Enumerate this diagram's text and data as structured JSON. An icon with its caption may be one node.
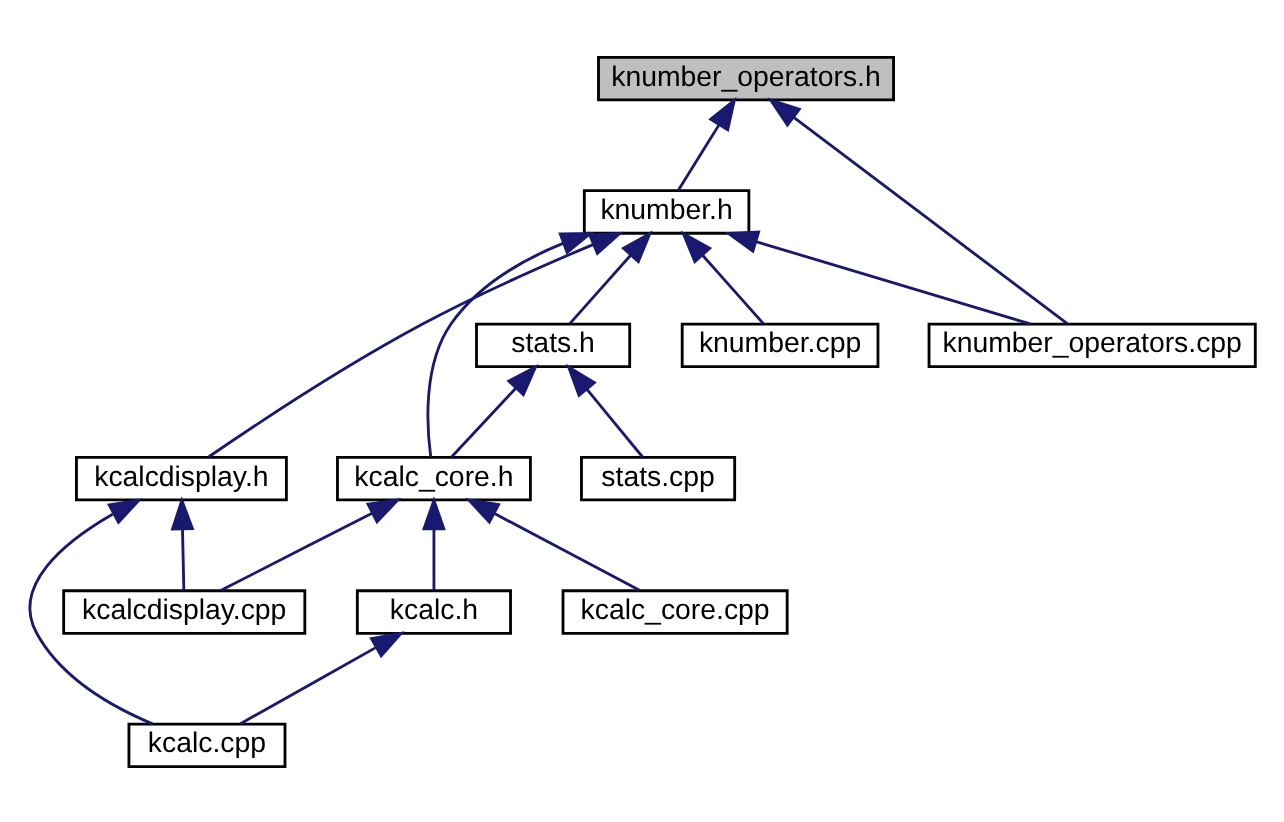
{
  "diagram": {
    "nodes": [
      {
        "text": [
          "knumber_operators.h"
        ]
      },
      {
        "text": [
          "knumber.h"
        ]
      },
      {
        "text": [
          "stats.h"
        ]
      },
      {
        "text": [
          "knumber.cpp"
        ]
      },
      {
        "text": [
          "knumber_operators.cpp"
        ]
      },
      {
        "text": [
          "kcalc_core.h"
        ]
      },
      {
        "text": [
          "stats.cpp"
        ]
      },
      {
        "text": [
          "kcalcdisplay.h"
        ]
      },
      {
        "text": [
          "kcalc.h"
        ]
      },
      {
        "text": [
          "kcalc_core.cpp"
        ]
      },
      {
        "text": [
          "kcalcdisplay.cpp"
        ]
      },
      {
        "text": [
          "kcalc.cpp"
        ]
      }
    ],
    "edges": [
      {
        "from": 1,
        "to": 0,
        "arrow": "to"
      },
      {
        "from": 4,
        "to": 0,
        "arrow": "to"
      },
      {
        "from": 2,
        "to": 1,
        "arrow": "to"
      },
      {
        "from": 3,
        "to": 1,
        "arrow": "to"
      },
      {
        "from": 4,
        "to": 1,
        "arrow": "to"
      },
      {
        "from": 5,
        "to": 1,
        "arrow": "to"
      },
      {
        "from": 7,
        "to": 1,
        "arrow": "to"
      },
      {
        "from": 5,
        "to": 2,
        "arrow": "to"
      },
      {
        "from": 6,
        "to": 2,
        "arrow": "to"
      },
      {
        "from": 8,
        "to": 5,
        "arrow": "to"
      },
      {
        "from": 9,
        "to": 5,
        "arrow": "to"
      },
      {
        "from": 10,
        "to": 5,
        "arrow": "to"
      },
      {
        "from": 10,
        "to": 7,
        "arrow": "to"
      },
      {
        "from": 11,
        "to": 7,
        "arrow": "to"
      },
      {
        "from": 11,
        "to": 8,
        "arrow": "to"
      }
    ]
  }
}
